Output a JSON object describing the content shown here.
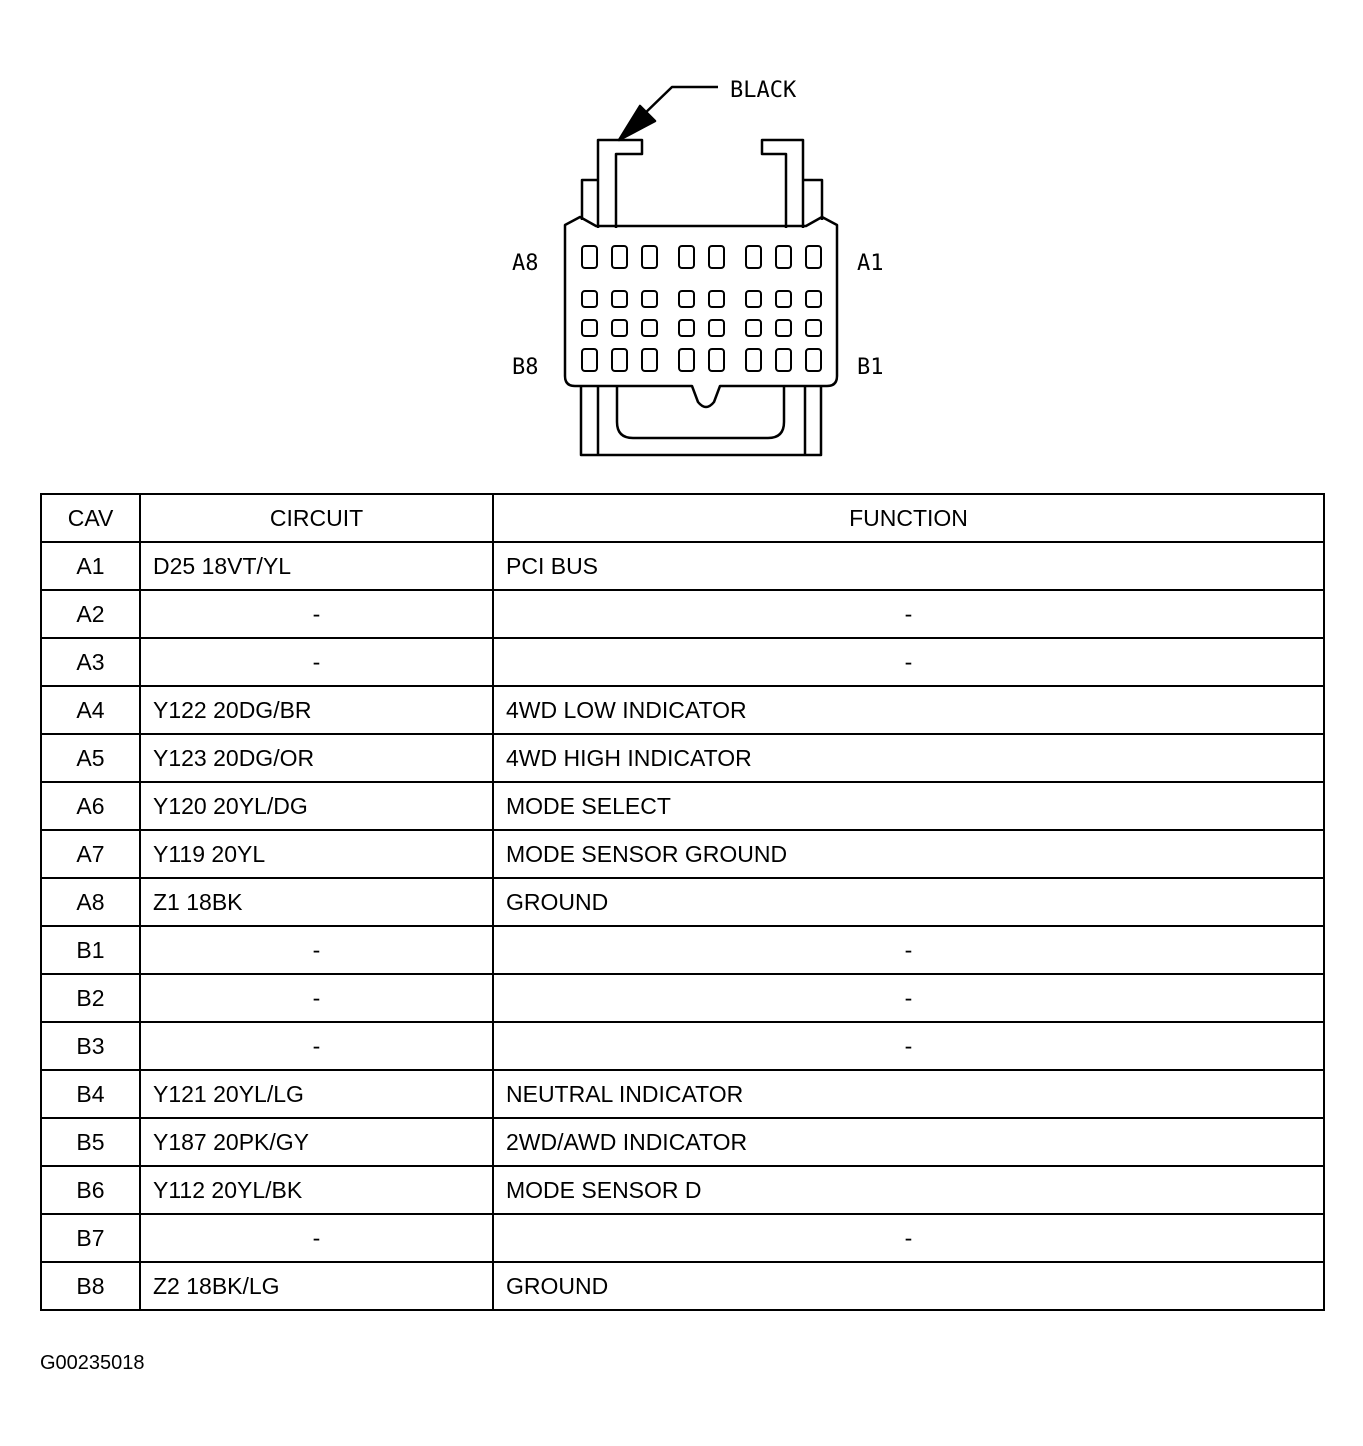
{
  "connector": {
    "color_label": "BLACK",
    "corner_labels": {
      "top_left": "A8",
      "top_right": "A1",
      "bottom_left": "B8",
      "bottom_right": "B1"
    }
  },
  "table": {
    "headers": {
      "cav": "CAV",
      "circuit": "CIRCUIT",
      "function": "FUNCTION"
    },
    "rows": [
      {
        "cav": "A1",
        "circuit": "D25 18VT/YL",
        "function": "PCI BUS"
      },
      {
        "cav": "A2",
        "circuit": "-",
        "function": "-"
      },
      {
        "cav": "A3",
        "circuit": "-",
        "function": "-"
      },
      {
        "cav": "A4",
        "circuit": "Y122 20DG/BR",
        "function": "4WD LOW INDICATOR"
      },
      {
        "cav": "A5",
        "circuit": "Y123 20DG/OR",
        "function": "4WD HIGH INDICATOR"
      },
      {
        "cav": "A6",
        "circuit": "Y120 20YL/DG",
        "function": "MODE SELECT"
      },
      {
        "cav": "A7",
        "circuit": "Y119 20YL",
        "function": "MODE SENSOR GROUND"
      },
      {
        "cav": "A8",
        "circuit": "Z1 18BK",
        "function": "GROUND"
      },
      {
        "cav": "B1",
        "circuit": "-",
        "function": "-"
      },
      {
        "cav": "B2",
        "circuit": "-",
        "function": "-"
      },
      {
        "cav": "B3",
        "circuit": "-",
        "function": "-"
      },
      {
        "cav": "B4",
        "circuit": "Y121 20YL/LG",
        "function": "NEUTRAL INDICATOR"
      },
      {
        "cav": "B5",
        "circuit": "Y187 20PK/GY",
        "function": "2WD/AWD INDICATOR"
      },
      {
        "cav": "B6",
        "circuit": "Y112 20YL/BK",
        "function": "MODE SENSOR D"
      },
      {
        "cav": "B7",
        "circuit": "-",
        "function": "-"
      },
      {
        "cav": "B8",
        "circuit": "Z2 18BK/LG",
        "function": "GROUND"
      }
    ]
  },
  "figure_id": "G00235018"
}
